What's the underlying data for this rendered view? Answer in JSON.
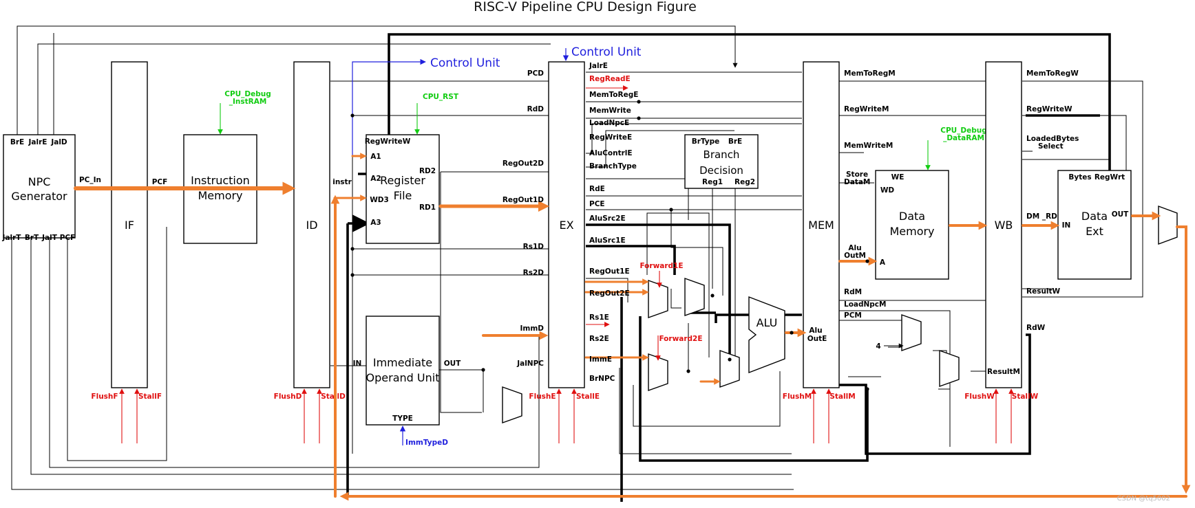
{
  "title": "RISC-V Pipeline CPU Design Figure",
  "blocks": {
    "npc": {
      "line1": "NPC",
      "line2": "Generator",
      "ports_top": [
        "BrE",
        "JalrE",
        "JalD"
      ],
      "ports_bottom": [
        "JalrT",
        "BrT",
        "JalT",
        "PCF"
      ],
      "pc_in": "PC_In"
    },
    "if_stage": {
      "label": "IF",
      "pcf": "PCF",
      "flush": "FlushF",
      "stall": "StallF"
    },
    "inst_mem": {
      "line1": "Instruction",
      "line2": "Memory",
      "debug": [
        "CPU_Debug",
        "_InstRAM"
      ]
    },
    "id_stage": {
      "label": "ID",
      "instr": "instr",
      "flush": "FlushD",
      "stall": "StallD"
    },
    "reg_file": {
      "line1": "Register",
      "line2": "File",
      "ports": [
        "RegWriteW",
        "A1",
        "A2",
        "WD3",
        "A3",
        "RD2",
        "RD1"
      ],
      "rst": "CPU_RST"
    },
    "imm_unit": {
      "line1": "Immediate",
      "line2": "Operand Unit",
      "in": "IN",
      "out": "OUT",
      "type": "TYPE",
      "type_sig": "ImmTypeD"
    },
    "control_unit_1": "Control Unit",
    "control_unit_2": "Control Unit",
    "ex_stage": {
      "label": "EX",
      "flush": "FlushE",
      "stall": "StallE"
    },
    "branch": {
      "line1": "Branch",
      "line2": "Decision",
      "ports": [
        "BrType",
        "BrE",
        "Reg1",
        "Reg2"
      ]
    },
    "alu": {
      "label": "ALU",
      "out": "Alu",
      "out2": "OutE"
    },
    "mem_stage": {
      "label": "MEM",
      "flush": "FlushM",
      "stall": "StallM",
      "aluout1": "Alu",
      "aluout2": "OutM"
    },
    "data_mem": {
      "line1": "Data",
      "line2": "Memory",
      "ports": [
        "WE",
        "WD",
        "A"
      ],
      "debug": [
        "CPU_Debug",
        "_DataRAM"
      ]
    },
    "wb_stage": {
      "label": "WB",
      "flush": "FlushW",
      "stall": "StallW",
      "resultm": "ResultM"
    },
    "data_ext": {
      "line1": "Data",
      "line2": "Ext",
      "ports": [
        "Bytes",
        "RegWrt",
        "IN",
        "OUT"
      ]
    },
    "forward1": "Forward1E",
    "forward2": "Forward2E",
    "const4": "4",
    "watermark": "CSDN @tq5002"
  },
  "signals": {
    "id_ex": [
      "PCD",
      "RdD",
      "RegOut2D",
      "RegOut1D",
      "Rs1D",
      "Rs2D",
      "ImmD",
      "JalNPC"
    ],
    "ex_ctrl": [
      "JalrE",
      "RegReadE",
      "MemToRegE",
      "MemWrite",
      "LoadNpcE",
      "RegWriteE",
      "AluContrlE",
      "BranchType",
      "RdE",
      "PCE",
      "AluSrc2E",
      "AluSrc1E"
    ],
    "ex_data": [
      "RegOut1E",
      "RegOut2E",
      "Rs1E",
      "Rs2E",
      "ImmE",
      "BrNPC"
    ],
    "mem_sig": [
      "MemToRegM",
      "RegWriteM",
      "MemWriteM",
      "Store",
      "DataM",
      "RdM",
      "LoadNpcM",
      "PCM"
    ],
    "wb_sig": [
      "MemToRegW",
      "RegWriteW",
      "LoadedBytes",
      "Select",
      "DM _RD",
      "ResultW",
      "RdW"
    ]
  },
  "colors": {
    "orange": "#ef7f2e",
    "blue": "#1f1fdd",
    "red": "#e01010",
    "green": "#11cc11"
  }
}
